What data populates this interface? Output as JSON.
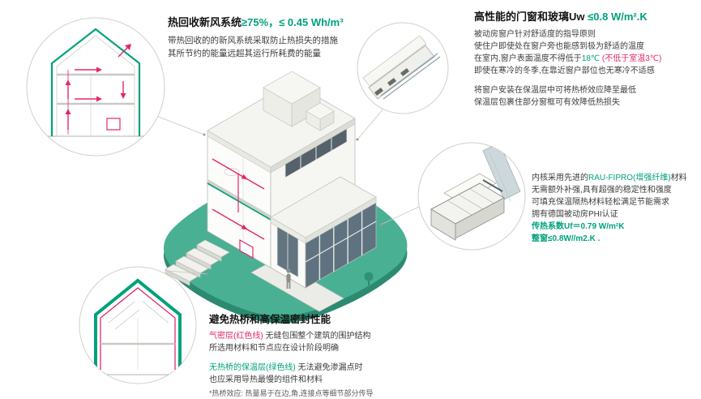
{
  "colors": {
    "accent_teal": "#00a17c",
    "accent_red": "#e2286b",
    "ground_teal": "#49b093",
    "ground_dark": "#2d8a72"
  },
  "blocks": {
    "ventilation": {
      "title_main": "热回收新风系统",
      "title_value": "≥75%，≤ 0.45 Wh/m³",
      "line1": "带热回收的的新风系统采取防止热损失的措施",
      "line2": "其所节约的能量远超其运行所耗费的能量"
    },
    "windows": {
      "title_main": "高性能的门窗和玻璃Uw ",
      "title_value": "≤0.8 W/m².K",
      "line1": "被动房窗户针对舒适度的指导原则",
      "line2": "使住户即使处在窗户旁也能感到极为舒适的温度",
      "line3_pre": "在室内,窗户表面温度不得低于",
      "line3_temp": "18℃",
      "line3_note": " (不低于室温3℃)",
      "line4": "即使在寒冷的冬季,在靠近窗户部位也无寒冷不适感",
      "line5": "将窗户安装在保温层中可将热桥效应降至最低",
      "line6": "保温层包裹住部分窗框可有效降低热损失"
    },
    "profile": {
      "line1_pre": "内核采用先进的",
      "line1_mat": "RAU-FIPRO(增强纤维)",
      "line1_post": "材料",
      "line2": "无需额外补强,具有超强的稳定性和强度",
      "line3": "可填充保温隔热材料轻松满足节能需求",
      "line4": "拥有德国被动房PHI认证",
      "line5": "传热系数Uf＝0.79 W/m²K",
      "line6": "整窗≤0.8W//m2.K ."
    },
    "thermal": {
      "title": "避免热桥和高保温密封性能",
      "line1_label": "气密层(红色线)",
      "line1_text": " 无缝包围整个建筑的围护结构",
      "line2": "所选用材料和节点应在设计阶段明确",
      "line3_label": "无热桥的保温层(绿色线)",
      "line3_text": " 无法避免渗漏点时",
      "line4": "也应采用导热最慢的组件和材料",
      "footnote": "*热桥效应: 热量易于在边,角,连接点等细节部分传导"
    }
  }
}
